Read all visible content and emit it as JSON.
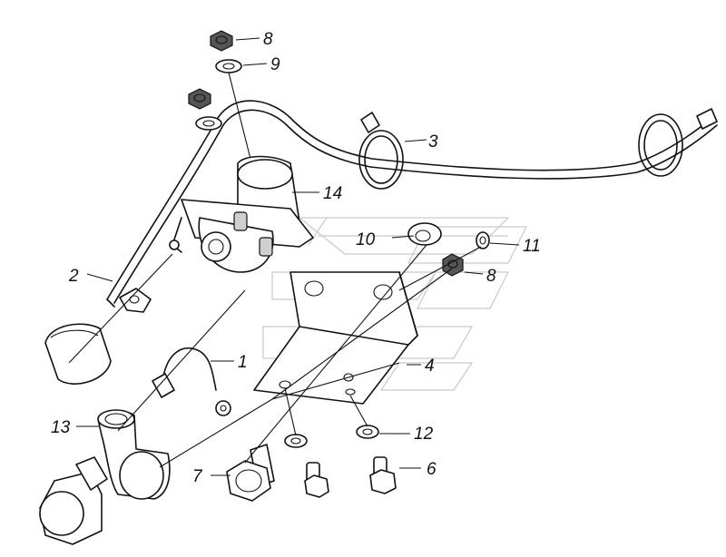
{
  "callouts": {
    "c1": "1",
    "c2": "2",
    "c3": "3",
    "c4": "4",
    "c6": "6",
    "c7": "7",
    "c8a": "8",
    "c8b": "8",
    "c9": "9",
    "c10": "10",
    "c11": "11",
    "c12": "12",
    "c13": "13",
    "c14": "14"
  }
}
